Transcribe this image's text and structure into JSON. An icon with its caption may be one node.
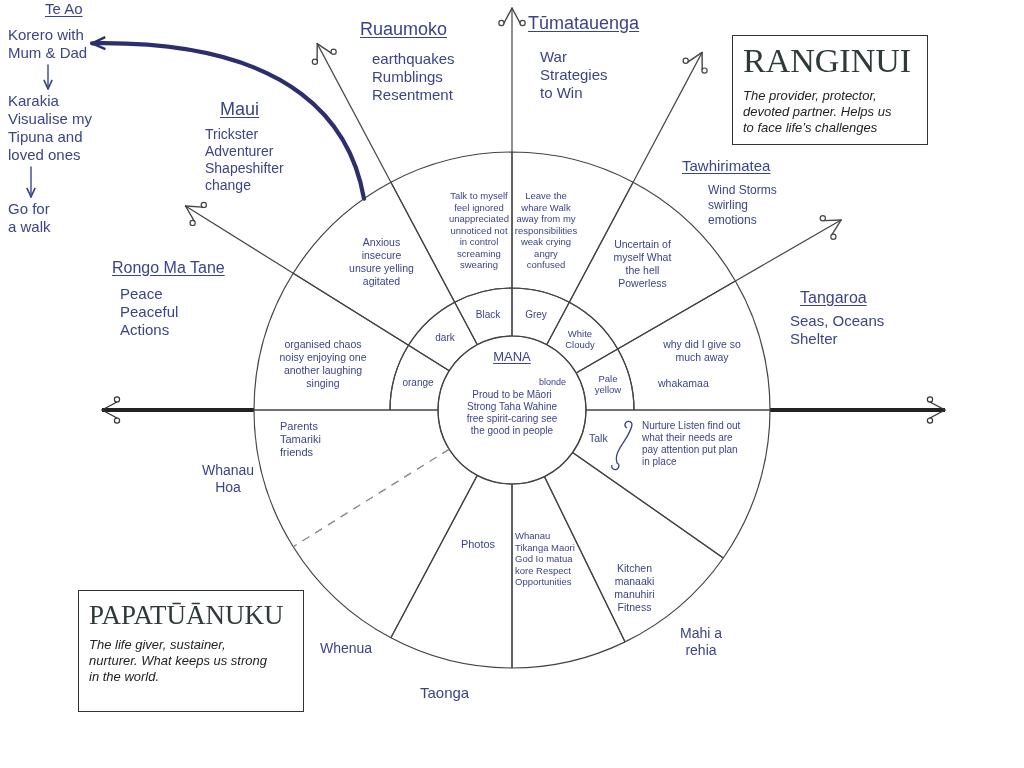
{
  "diagram": {
    "nodes": [
      {
        "text": [
          "Korero with Mum & Dad"
        ]
      },
      {
        "text": [
          "Karakia Visualise my Tipuna and loved ones"
        ]
      },
      {
        "text": [
          "Go for a walk"
        ]
      },
      {
        "text": [
          "RANGINUI",
          "The provider, protector, devoted partner. Helps us to face life’s challenges"
        ]
      },
      {
        "text": [
          "organised chaos noisy enjoying one another laughing singing"
        ]
      },
      {
        "text": [
          "Anxious insecure unsure yelling agitated"
        ]
      },
      {
        "text": [
          "Talk to myself feel ignored unappreciated unnoticed not in control screaming swearing"
        ]
      },
      {
        "text": [
          "Leave the whare Walk away from my responsibilities weak crying angry confused"
        ]
      },
      {
        "text": [
          "Uncertain of myself What the hell Powerless"
        ]
      },
      {
        "text": [
          "why did I give so much away",
          "whakamaa"
        ]
      },
      {
        "text": [
          "orange"
        ]
      },
      {
        "text": [
          "dark"
        ]
      },
      {
        "text": [
          "Black"
        ]
      },
      {
        "text": [
          "Grey"
        ]
      },
      {
        "text": [
          "White Cloudy"
        ]
      },
      {
        "text": [
          "Pale yellow"
        ]
      },
      {
        "text": [
          "MANA",
          "blonde",
          "Proud to be Māori Strong Taha Wahine free spirit-caring see the good in people"
        ]
      },
      {
        "text": [
          "Parents Tamariki friends"
        ]
      },
      {
        "text": [],
        "shape": "sector"
      },
      {
        "text": [
          "Photos"
        ]
      },
      {
        "text": [
          "Whanau Tikanga Maori God Io matua kore Respect Opportunities"
        ]
      },
      {
        "text": [
          "Kitchen manaaki manuhiri Fitness"
        ]
      },
      {
        "text": [
          "Talk",
          "Nurture Listen find out what their needs are pay attention put plan in place"
        ]
      },
      {
        "text": [
          "PAPATŪĀNUKU",
          "The life giver, sustainer, nurturer. What keeps us strong in the world."
        ]
      }
    ],
    "edges": [
      {
        "from": 0,
        "to": 1,
        "arrow": "to"
      },
      {
        "from": 1,
        "to": 2,
        "arrow": "to"
      },
      {
        "from": 5,
        "to": 0,
        "arrow": "to",
        "style": "thick",
        "color": "#2b2f6e"
      }
    ],
    "labels": [
      "Te Ao",
      "Rongo Ma Tane",
      "Peace Peaceful Actions",
      "Maui",
      "Trickster Adventurer Shapeshifter change",
      "Ruaumoko",
      "earthquakes Rumblings Resentment",
      "Tūmatauenga",
      "War Strategies to Win",
      "Tawhirimatea",
      "Wind Storms swirling emotions",
      "Tangaroa",
      "Seas, Oceans Shelter",
      "Whanau Hoa",
      "Whenua",
      "Taonga",
      "Mahi a rehia"
    ]
  }
}
